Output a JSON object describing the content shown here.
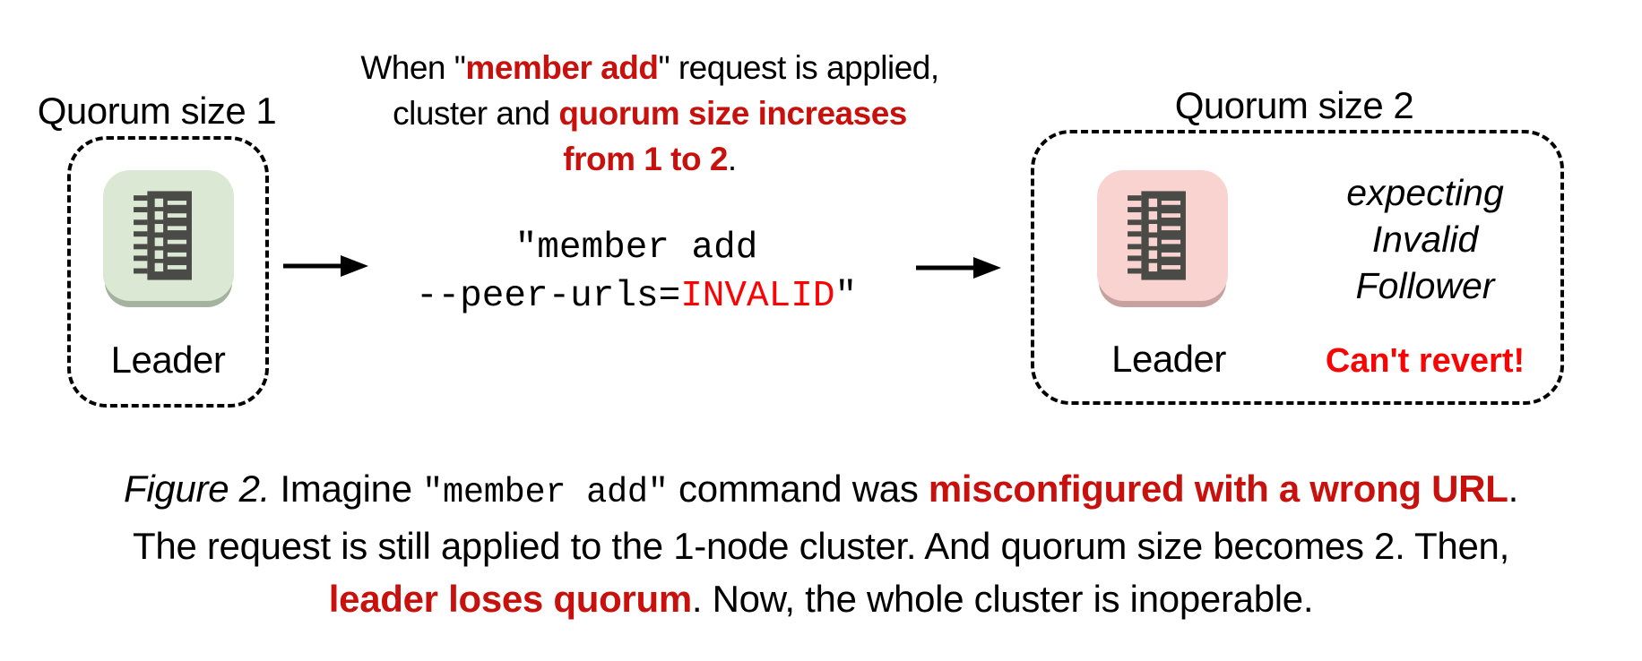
{
  "colors": {
    "bright_red": "#fa0303",
    "dark_red": "#c8100c",
    "green_icon_bg": "#dae8d4",
    "green_icon_shadow": "#a3b39d",
    "pink_icon_bg": "#f8d3d0",
    "pink_icon_shadow": "#c7a1a0",
    "glyph_dark": "#4a4a47"
  },
  "icons": {
    "node": "server-icon",
    "flow": "arrow-right-icon"
  },
  "left_cluster": {
    "title": "Quorum size 1",
    "node_label": "Leader"
  },
  "annotation": {
    "line1_pre": "When \"",
    "line1_em": "member add",
    "line1_post": "\" request is applied,",
    "line2_pre": "cluster and ",
    "line2_em": "quorum size increases",
    "line3_em": "from 1 to 2",
    "line3_post": "."
  },
  "command": {
    "line1": "\"member add",
    "line2_pre": "--peer-urls=",
    "line2_em": "INVALID",
    "line2_post": "\""
  },
  "right_cluster": {
    "title": "Quorum size 2",
    "node_label": "Leader",
    "expecting_line1": "expecting",
    "expecting_line2": "Invalid",
    "expecting_line3": "Follower",
    "warning": "Can't revert!"
  },
  "caption": {
    "figure_label": "Figure 2.",
    "l1_pre": " Imagine ",
    "l1_code": "\"member add\"",
    "l1_mid": " command was ",
    "l1_em": "misconfigured with a wrong URL",
    "l1_post": ".",
    "l2": "The request is still applied to the 1-node cluster. And quorum size becomes 2. Then,",
    "l3_em": "leader loses quorum",
    "l3_post": ". Now, the whole cluster is inoperable."
  }
}
